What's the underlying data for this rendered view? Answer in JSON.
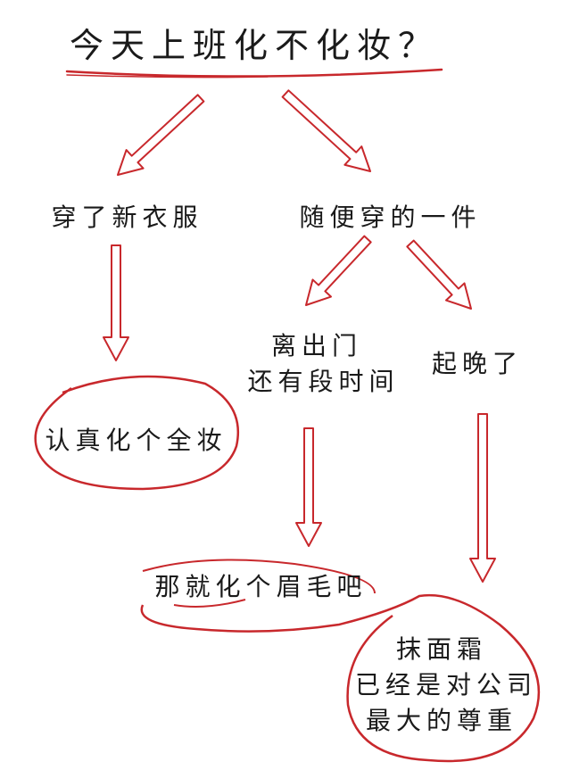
{
  "title": "今天上班化不化妆？",
  "nodes": {
    "new_clothes": "穿了新衣服",
    "casual": "随便穿的一件",
    "time_left_1": "离出门",
    "time_left_2": "还有段时间",
    "late": "起晚了",
    "full_makeup": "认真化个全妆",
    "eyebrows": "那就化个眉毛吧",
    "cream_1": "抹面霜",
    "cream_2": "已经是对公司",
    "cream_3": "最大的尊重"
  },
  "colors": {
    "ink": "#1a1a1a",
    "accent": "#c8282c"
  }
}
